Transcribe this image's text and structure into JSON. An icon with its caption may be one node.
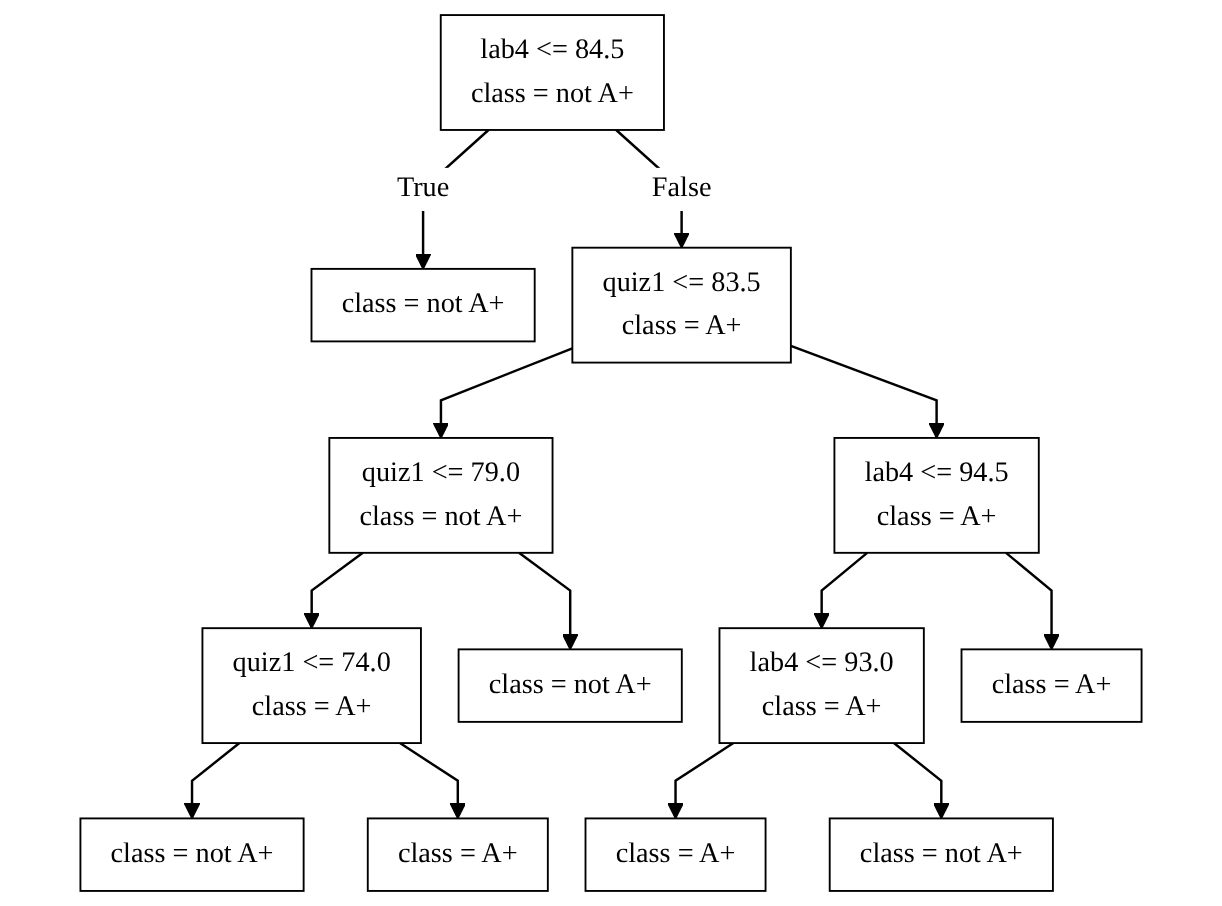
{
  "diagram": {
    "nodes": [
      {
        "text": [
          "lab4 <= 84.5",
          "class = not A+"
        ]
      },
      {
        "text": [
          "class = not A+"
        ]
      },
      {
        "text": [
          "quiz1 <= 83.5",
          "class = A+"
        ]
      },
      {
        "text": [
          "quiz1 <= 79.0",
          "class = not A+"
        ]
      },
      {
        "text": [
          "lab4 <= 94.5",
          "class = A+"
        ]
      },
      {
        "text": [
          "quiz1 <= 74.0",
          "class = A+"
        ]
      },
      {
        "text": [
          "class = not A+"
        ]
      },
      {
        "text": [
          "lab4 <= 93.0",
          "class = A+"
        ]
      },
      {
        "text": [
          "class = A+"
        ]
      },
      {
        "text": [
          "class = not A+"
        ]
      },
      {
        "text": [
          "class = A+"
        ]
      },
      {
        "text": [
          "class = A+"
        ]
      },
      {
        "text": [
          "class = not A+"
        ]
      }
    ],
    "edges": [
      {
        "from": 0,
        "to": 1,
        "arrow": "to",
        "label": "True"
      },
      {
        "from": 0,
        "to": 2,
        "arrow": "to",
        "label": "False"
      },
      {
        "from": 2,
        "to": 3,
        "arrow": "to"
      },
      {
        "from": 2,
        "to": 4,
        "arrow": "to"
      },
      {
        "from": 3,
        "to": 5,
        "arrow": "to"
      },
      {
        "from": 3,
        "to": 6,
        "arrow": "to"
      },
      {
        "from": 4,
        "to": 7,
        "arrow": "to"
      },
      {
        "from": 4,
        "to": 8,
        "arrow": "to"
      },
      {
        "from": 5,
        "to": 9,
        "arrow": "to"
      },
      {
        "from": 5,
        "to": 10,
        "arrow": "to"
      },
      {
        "from": 7,
        "to": 11,
        "arrow": "to"
      },
      {
        "from": 7,
        "to": 12,
        "arrow": "to"
      }
    ]
  }
}
